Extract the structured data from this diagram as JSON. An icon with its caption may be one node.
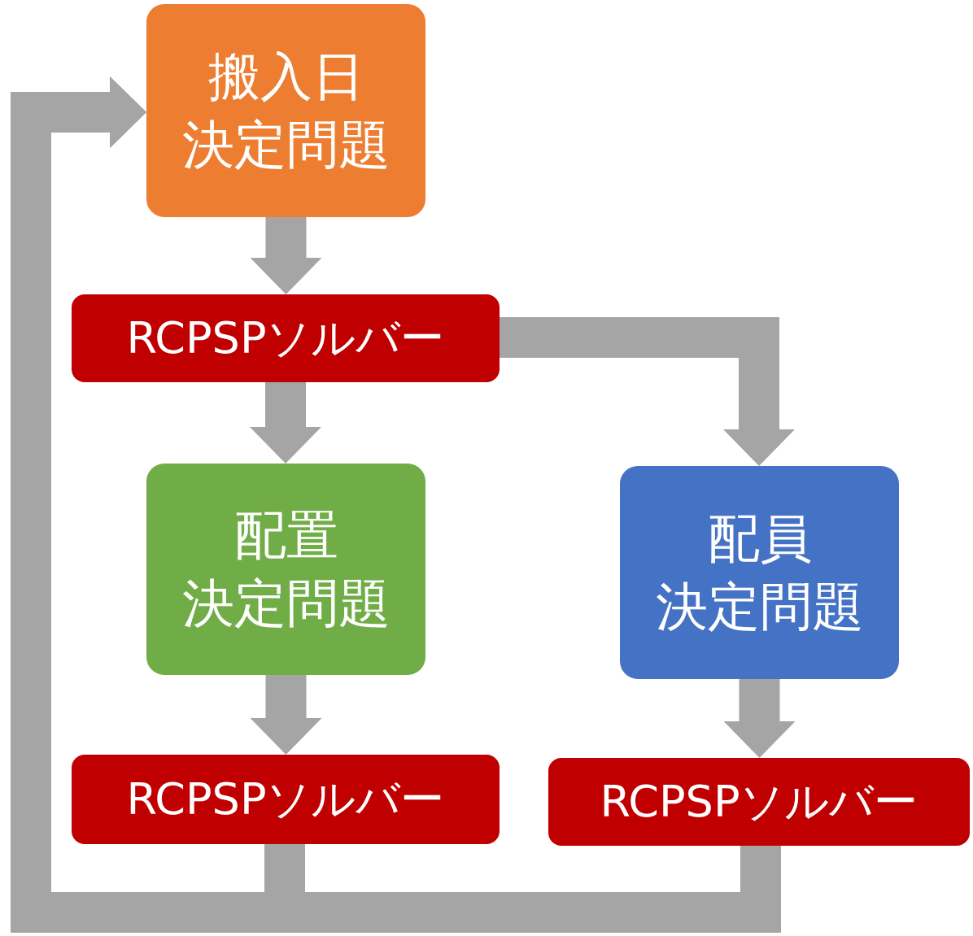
{
  "diagram": {
    "nodes": [
      {
        "text": [
          "搬入日",
          "決定問題"
        ]
      },
      {
        "text": [
          "RCPSPソルバー"
        ]
      },
      {
        "text": [
          "配置",
          "決定問題"
        ]
      },
      {
        "text": [
          "配員",
          "決定問題"
        ]
      },
      {
        "text": [
          "RCPSPソルバー"
        ]
      },
      {
        "text": [
          "RCPSPソルバー"
        ]
      }
    ],
    "edges": [
      {
        "from": 0,
        "to": 1,
        "arrow": "to"
      },
      {
        "from": 1,
        "to": 2,
        "arrow": "to"
      },
      {
        "from": 1,
        "to": 3,
        "arrow": "to"
      },
      {
        "from": 2,
        "to": 4,
        "arrow": "to"
      },
      {
        "from": 3,
        "to": 5,
        "arrow": "to"
      },
      {
        "from": 4,
        "to": 0,
        "arrow": "to"
      },
      {
        "from": 5,
        "to": 0,
        "arrow": "to"
      }
    ]
  }
}
